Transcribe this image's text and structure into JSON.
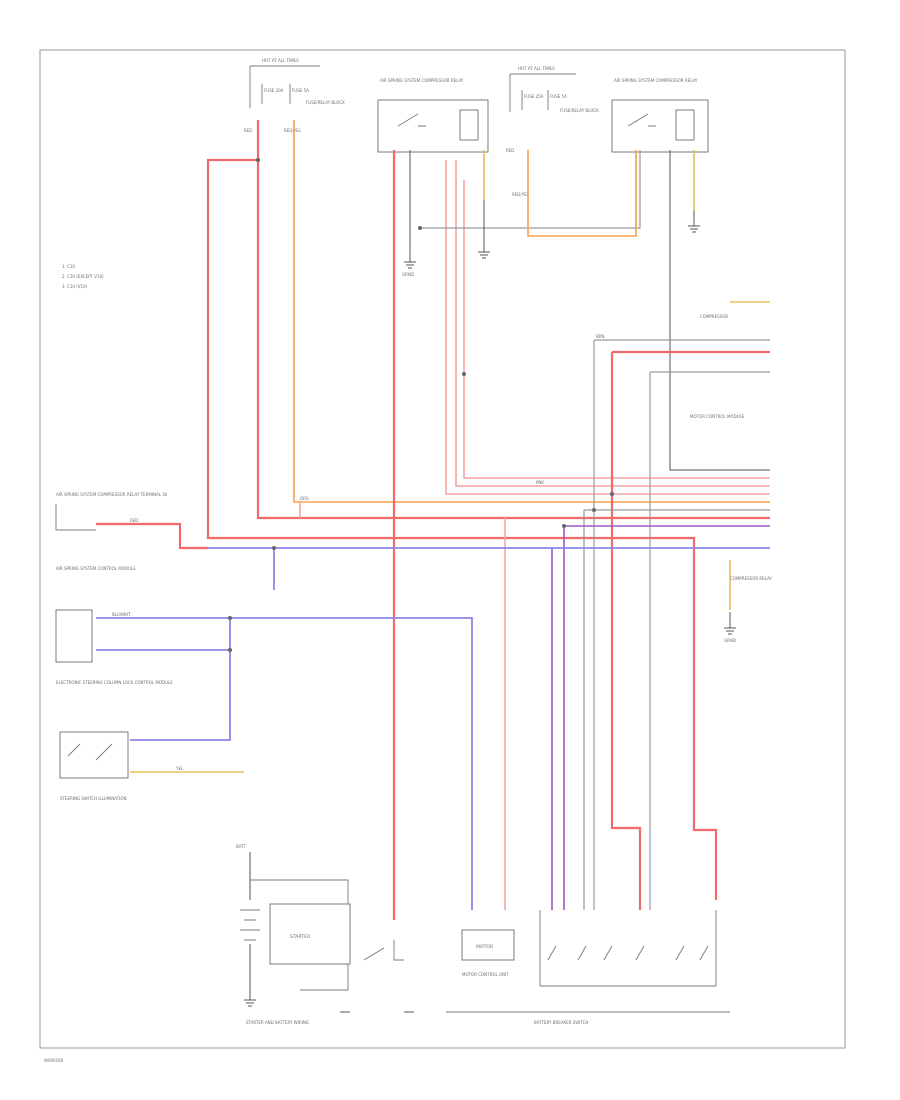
{
  "page_id": "W000160",
  "colors": {
    "red": "#f06a6a",
    "pink": "#f6a4a4",
    "orange": "#f7a24a",
    "blue": "#8a86e8",
    "purple": "#a355c8",
    "gray": "#9a9a9a",
    "yellow": "#e3c25a"
  },
  "fuse_block_1": {
    "header": "HOT AT ALL TIMES",
    "fuse_a": "FUSE 20A",
    "fuse_b": "FUSE 5A",
    "caption": "FUSE/RELAY BLOCK",
    "wire_a": "RED",
    "wire_b": "RED/YEL"
  },
  "fuse_block_2": {
    "header": "HOT AT ALL TIMES",
    "fuse_a": "FUSE 25A",
    "fuse_b": "FUSE 5A",
    "caption": "FUSE/RELAY BLOCK",
    "wire_a": "RED",
    "wire_b": "RED/YEL"
  },
  "relay_1": {
    "title": "AIR SPRING SYSTEM COMPRESSOR RELAY"
  },
  "relay_2": {
    "title": "AIR SPRING SYSTEM COMPRESSOR RELAY"
  },
  "legend": {
    "l1": "1. C10",
    "l2": "2. C10 (EXCEPT V10)",
    "l3": "3. C10 (V10)"
  },
  "left_components": {
    "c1": "AIR SPRING SYSTEM COMPRESSOR RELAY TERMINAL 30",
    "c2": "AIR SPRING SYSTEM CONTROL MODULE",
    "c3": "ELECTRONIC STEERING COLUMN LOCK CONTROL MODULE",
    "c4": "STEERING SWITCH ILLUMINATION"
  },
  "right_components": {
    "r1": "COMPRESSOR",
    "r2": "MOTOR CONTROL MODULE",
    "r3": "COMPRESSOR RELAY"
  },
  "ground": {
    "g1": "GRND",
    "g2": "GRND"
  },
  "bottom": {
    "starter": "STARTER",
    "battery_label": "BATT",
    "wiring_note": "STARTER AND BATTERY WIRING",
    "motor_box": "MOTOR",
    "motor_caption": "MOTOR CONTROL UNIT",
    "switch_caption": "BATTERY BREAKER SWITCH"
  },
  "wires": {
    "red": "RED",
    "blu_wht": "BLU/WHT",
    "brn": "BRN",
    "org": "ORG",
    "pnk": "PNK",
    "yel": "YEL"
  }
}
